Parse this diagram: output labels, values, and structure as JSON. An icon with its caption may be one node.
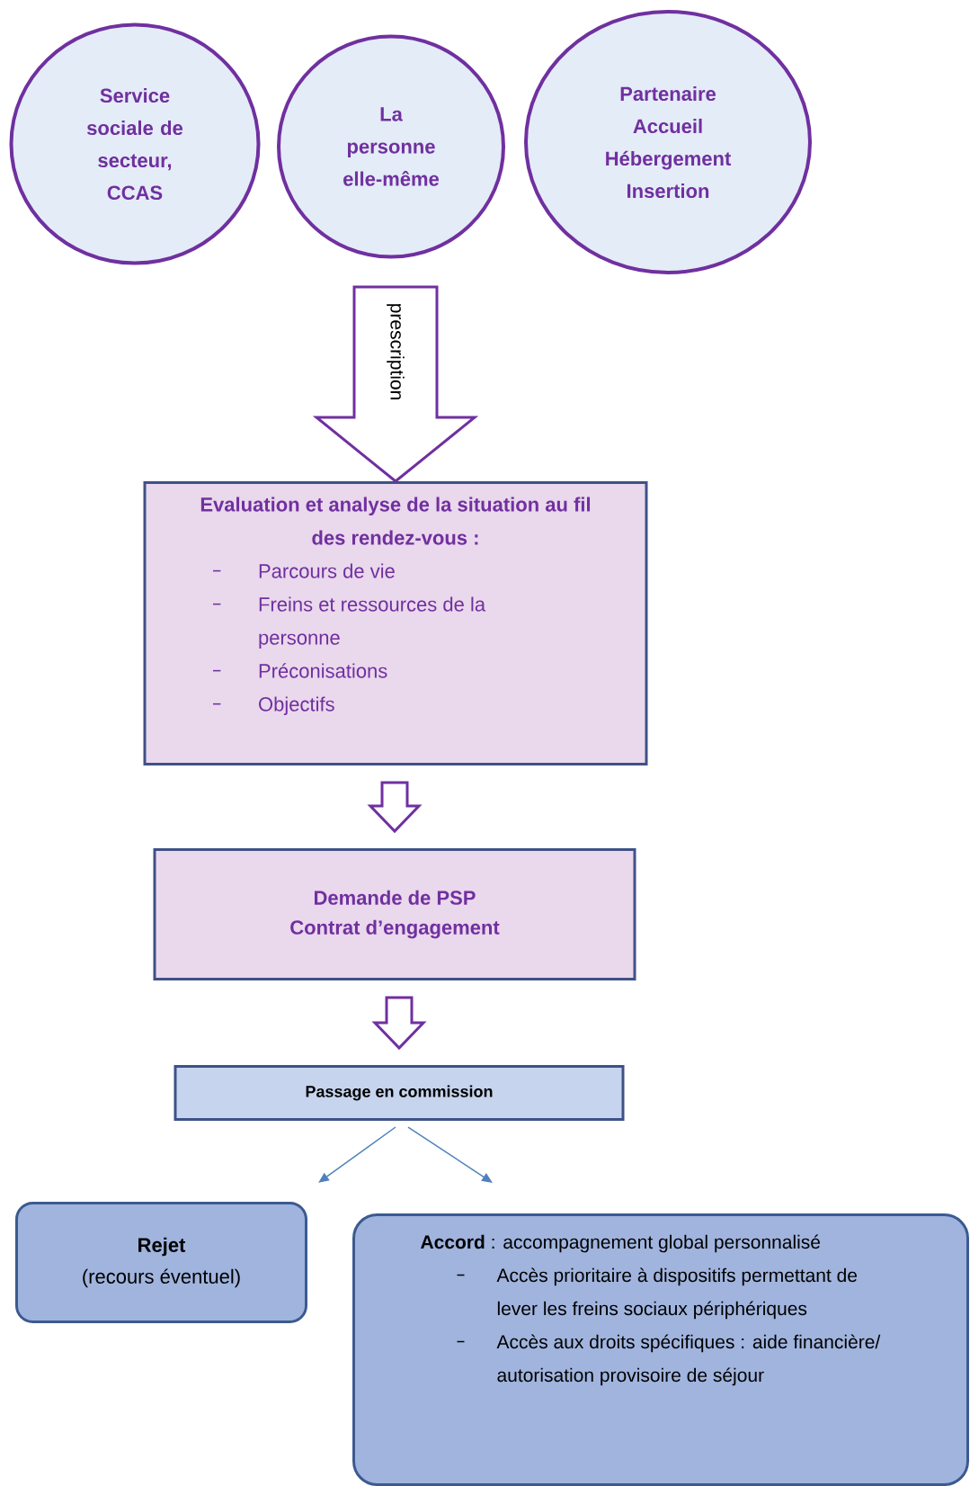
{
  "diagram": {
    "nodes": [
      {
        "text": [
          "Service sociale de secteur, CCAS"
        ]
      },
      {
        "text": [
          "La personne elle-même"
        ]
      },
      {
        "text": [
          "Partenaire Accueil Hébergement Insertion"
        ]
      },
      {
        "text": [
          "Evaluation et analyse de la situation au fil des rendez-vous :",
          "Parcours de vie",
          "Freins et ressources de la personne",
          "Préconisations",
          "Objectifs"
        ]
      },
      {
        "text": [
          "Demande de PSP",
          "Contrat d’engagement"
        ]
      },
      {
        "text": [
          "Passage en commission"
        ]
      },
      {
        "text": [
          "Rejet",
          "(recours éventuel)"
        ]
      },
      {
        "text": [
          "**Accord** : accompagnement global personnalisé",
          "Accès prioritaire à dispositifs permettant de lever les freins sociaux périphériques",
          "Accès aux droits spécifiques : aide financière/ autorisation provisoire de séjour"
        ]
      }
    ],
    "edges": [
      {
        "from": null,
        "to": 3,
        "arrow": "to",
        "label": "prescription",
        "style": "thick"
      },
      {
        "from": 3,
        "to": 4,
        "arrow": "to",
        "style": "thick"
      },
      {
        "from": 4,
        "to": 5,
        "arrow": "to",
        "style": "thick"
      },
      {
        "from": 5,
        "to": 6,
        "arrow": "to",
        "color": "#4f81bd"
      },
      {
        "from": 5,
        "to": 7,
        "arrow": "to",
        "color": "#4f81bd"
      }
    ]
  }
}
